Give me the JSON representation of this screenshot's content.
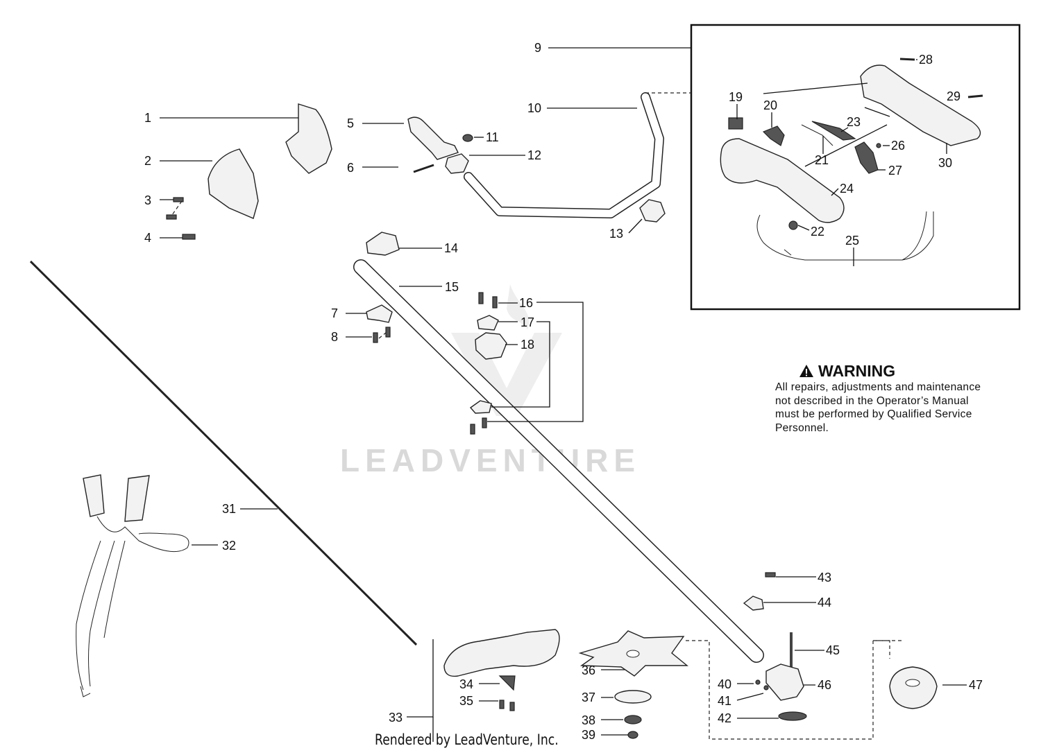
{
  "watermark": "LEADVENTURE",
  "warning": {
    "title": "WARNING",
    "body": "All repairs, adjustments and maintenance not described in the Operator’s Manual must be performed by Qualified Service Personnel."
  },
  "footer": "Rendered by LeadVenture, Inc.",
  "callouts": [
    "1",
    "2",
    "3",
    "4",
    "5",
    "6",
    "7",
    "8",
    "9",
    "10",
    "11",
    "12",
    "13",
    "14",
    "15",
    "16",
    "17",
    "18",
    "19",
    "20",
    "21",
    "22",
    "23",
    "24",
    "25",
    "26",
    "27",
    "28",
    "29",
    "30",
    "31",
    "32",
    "33",
    "34",
    "35",
    "36",
    "37",
    "38",
    "39",
    "40",
    "41",
    "42",
    "43",
    "44",
    "45",
    "46",
    "47"
  ]
}
